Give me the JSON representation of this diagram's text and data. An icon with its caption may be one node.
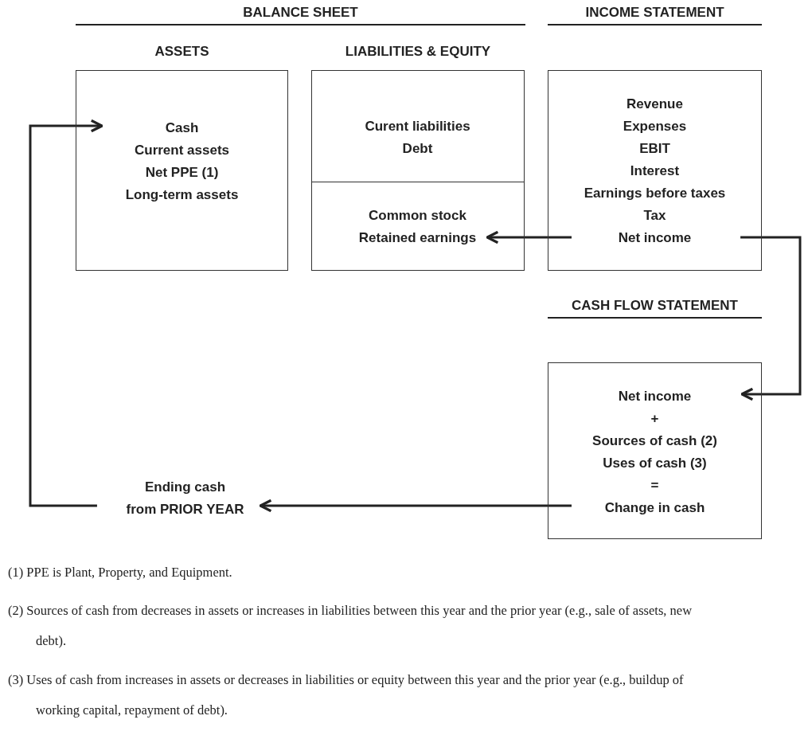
{
  "diagram": {
    "nodes": [
      {
        "text": [
          "ASSETS",
          "Cash",
          "Current assets",
          "Net PPE (1)",
          "Long-term assets"
        ]
      },
      {
        "text": [
          "LIABILITIES & EQUITY"
        ]
      },
      {
        "text": [
          "Curent liabilities",
          "Debt"
        ],
        "in": 1
      },
      {
        "text": [
          "Common stock",
          "Retained earnings"
        ],
        "in": 1
      },
      {
        "text": [
          "Revenue",
          "Expenses",
          "EBIT",
          "Interest",
          "Earnings before taxes",
          "Tax",
          "Net income"
        ]
      },
      {
        "text": [
          "Net income",
          "+",
          "Sources of cash (2)",
          "Uses of cash (3)",
          "=",
          "Change in cash"
        ]
      },
      {
        "text": [
          "Ending cash",
          "from PRIOR YEAR"
        ]
      }
    ],
    "edges": [
      {
        "from": 4,
        "to": 3,
        "arrow": "to"
      },
      {
        "from": 4,
        "to": 5,
        "arrow": "to"
      },
      {
        "from": 5,
        "to": 6,
        "arrow": "to"
      },
      {
        "from": 6,
        "to": 0,
        "arrow": "to"
      }
    ],
    "labels": [
      "BALANCE SHEET",
      "INCOME STATEMENT",
      "CASH FLOW STATEMENT",
      "(1) PPE is Plant, Property, and Equipment.",
      "(2) Sources of cash from decreases in assets or increases in liabilities between this year and the prior year (e.g., sale of assets, new debt).",
      "(3) Uses of cash from increases in assets or decreases in liabilities or equity between this year and the prior year (e.g., buildup of working capital, repayment of debt)."
    ]
  }
}
